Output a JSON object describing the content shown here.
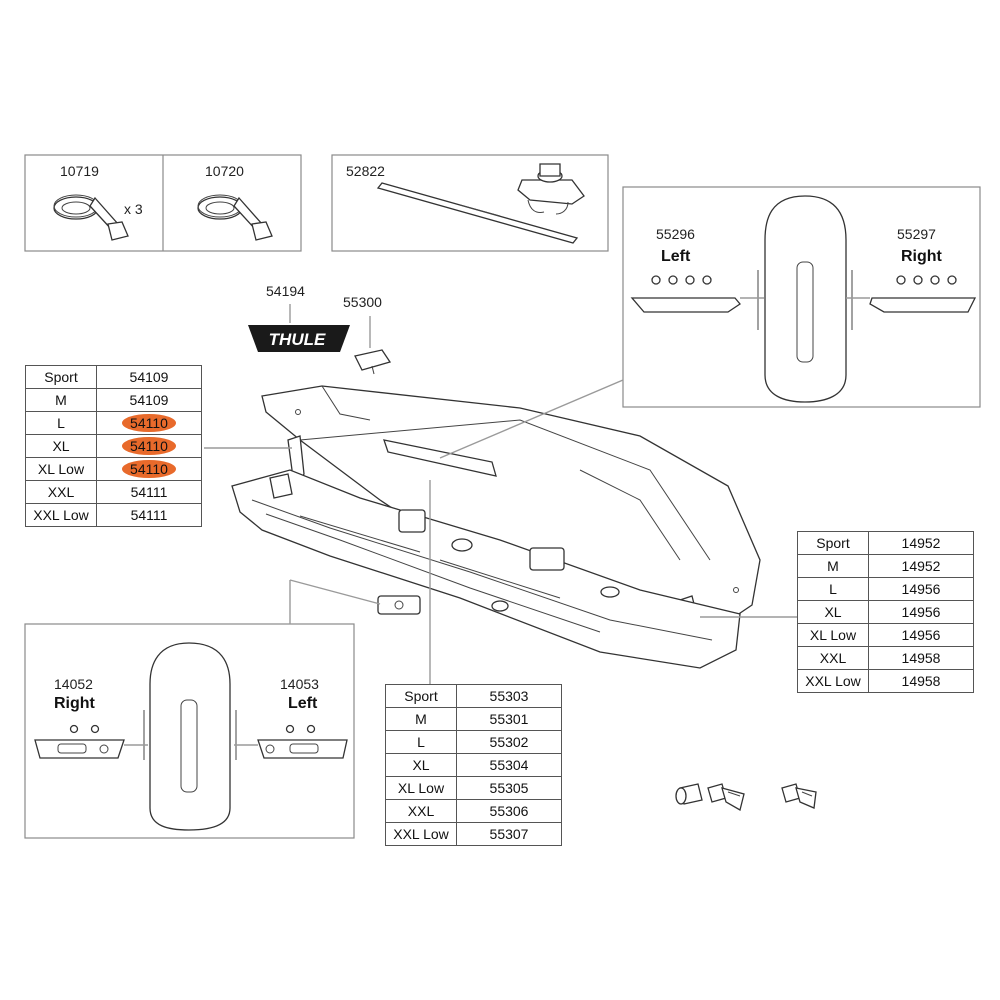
{
  "thule_logo_text": "THULE",
  "strap_quantity": "x 3",
  "parts": {
    "strap_a": "10719",
    "strap_b": "10720",
    "mounting_kit": "52822",
    "logo": "54194",
    "clip": "55300",
    "trim_left": {
      "number": "55296",
      "side": "Left"
    },
    "trim_right": {
      "number": "55297",
      "side": "Right"
    },
    "end_cap_right": {
      "number": "14052",
      "side": "Right"
    },
    "end_cap_left": {
      "number": "14053",
      "side": "Left"
    }
  },
  "tables": {
    "lid_hinge": [
      {
        "size": "Sport",
        "part": "54109"
      },
      {
        "size": "M",
        "part": "54109"
      },
      {
        "size": "L",
        "part": "54110",
        "highlighted": true
      },
      {
        "size": "XL",
        "part": "54110",
        "highlighted": true
      },
      {
        "size": "XL Low",
        "part": "54110",
        "highlighted": true
      },
      {
        "size": "XXL",
        "part": "54111"
      },
      {
        "size": "XXL Low",
        "part": "54111"
      }
    ],
    "rear_piece": [
      {
        "size": "Sport",
        "part": "14952"
      },
      {
        "size": "M",
        "part": "14952"
      },
      {
        "size": "L",
        "part": "14956"
      },
      {
        "size": "XL",
        "part": "14956"
      },
      {
        "size": "XL Low",
        "part": "14956"
      },
      {
        "size": "XXL",
        "part": "14958"
      },
      {
        "size": "XXL Low",
        "part": "14958"
      }
    ],
    "lid_part": [
      {
        "size": "Sport",
        "part": "55303"
      },
      {
        "size": "M",
        "part": "55301"
      },
      {
        "size": "L",
        "part": "55302"
      },
      {
        "size": "XL",
        "part": "55304"
      },
      {
        "size": "XL Low",
        "part": "55305"
      },
      {
        "size": "XXL",
        "part": "55306"
      },
      {
        "size": "XXL Low",
        "part": "55307"
      }
    ]
  },
  "colors": {
    "highlight": "#e86a2b",
    "line": "#333333",
    "leader": "#9a9a9a"
  }
}
